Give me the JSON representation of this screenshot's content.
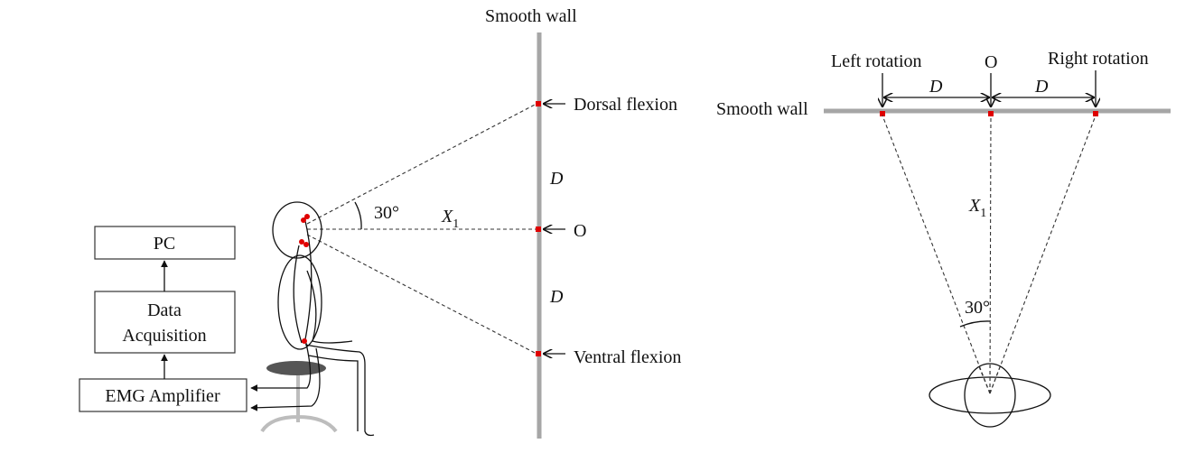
{
  "left": {
    "wall_title": "Smooth wall",
    "blocks": {
      "pc": "PC",
      "daq_line1": "Data",
      "daq_line2": "Acquisition",
      "emg": "EMG Amplifier"
    },
    "labels": {
      "dorsal": "Dorsal flexion",
      "origin": "O",
      "ventral": "Ventral flexion",
      "d_upper": "D",
      "d_lower": "D",
      "angle": "30°",
      "x1_base": "X",
      "x1_sub": "1"
    }
  },
  "right": {
    "wall_title": "Smooth wall",
    "labels": {
      "left_rotation": "Left rotation",
      "origin": "O",
      "right_rotation": "Right rotation",
      "d_left": "D",
      "d_right": "D",
      "x1_base": "X",
      "x1_sub": "1",
      "angle": "30°"
    }
  },
  "colors": {
    "wall": "#a6a6a6",
    "marker": "#e00000",
    "seat": "#555555",
    "stand": "#bdbdbd"
  }
}
